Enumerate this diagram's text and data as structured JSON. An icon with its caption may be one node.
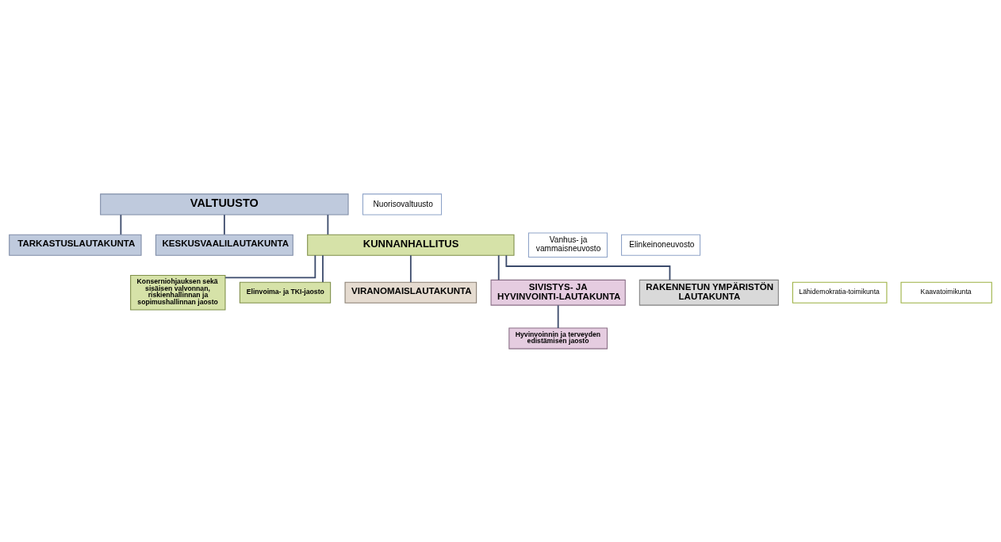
{
  "diagram": {
    "nodes": [
      {
        "text": [
          "VALTUUSTO"
        ]
      },
      {
        "text": [
          "TARKASTUSLAUTAKUNTA"
        ]
      },
      {
        "text": [
          "KESKUSVAALILAUTAKUNTA"
        ]
      },
      {
        "text": [
          "KUNNANHALLITUS"
        ]
      },
      {
        "text": [
          "Konserniohjauksen sekä sisäisen valvonnan, riskienhallinnan ja sopimushallinnan jaosto"
        ]
      },
      {
        "text": [
          "Elinvoima- ja TKI-jaosto"
        ]
      },
      {
        "text": [
          "Lähidemokratia-toimikunta"
        ]
      },
      {
        "text": [
          "Kaavatoimikunta"
        ]
      },
      {
        "text": [
          "VIRANOMAISLAUTAKUNTA"
        ]
      },
      {
        "text": [
          "SIVISTYS- JA HYVINVOINTI-LAUTAKUNTA"
        ]
      },
      {
        "text": [
          "RAKENNETUN YMPÄRISTÖN LAUTAKUNTA"
        ]
      },
      {
        "text": [
          "Hyvinvoinnin ja terveyden edistämisen jaosto"
        ]
      },
      {
        "text": [
          "Nuorisovaltuusto"
        ]
      },
      {
        "text": [
          "Vanhus- ja vammaisneuvosto"
        ]
      },
      {
        "text": [
          "Elinkeinoneuvosto"
        ]
      }
    ],
    "edges": [
      {
        "from": 0,
        "to": 1,
        "arrow": "none"
      },
      {
        "from": 0,
        "to": 2,
        "arrow": "none"
      },
      {
        "from": 0,
        "to": 3,
        "arrow": "none"
      },
      {
        "from": 3,
        "to": 4,
        "arrow": "none"
      },
      {
        "from": 3,
        "to": 5,
        "arrow": "none"
      },
      {
        "from": 3,
        "to": 8,
        "arrow": "none"
      },
      {
        "from": 3,
        "to": 9,
        "arrow": "none"
      },
      {
        "from": 3,
        "to": 10,
        "arrow": "none"
      },
      {
        "from": 9,
        "to": 11,
        "arrow": "none"
      }
    ]
  }
}
